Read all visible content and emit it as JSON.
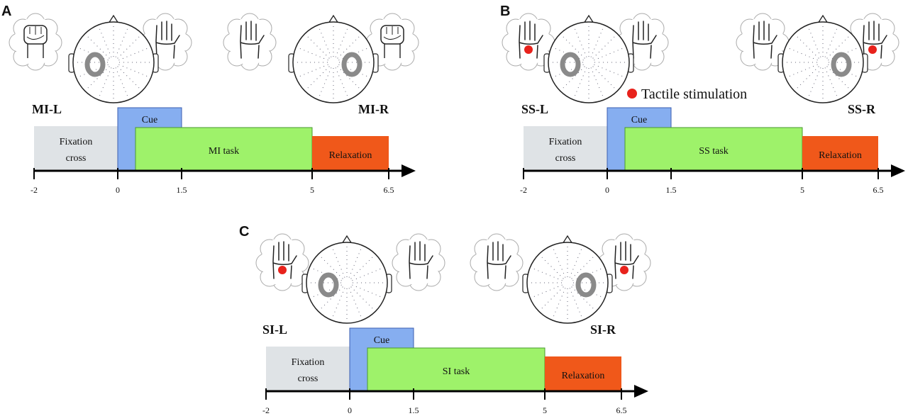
{
  "colors": {
    "fixation": "#dfe3e6",
    "cue": "#86aef0",
    "task": "#9ef26a",
    "relaxation": "#f0581a",
    "stim": "#e8221c",
    "axis": "#000000"
  },
  "ticks": [
    "-2",
    "0",
    "1.5",
    "5",
    "6.5"
  ],
  "panels": [
    {
      "letter": "A",
      "left_label": "MI-L",
      "right_label": "MI-R",
      "fixation_line1": "Fixation",
      "fixation_line2": "cross",
      "cue": "Cue",
      "task": "MI task",
      "relaxation": "Relaxation",
      "hands": [
        "fist",
        "open",
        "open",
        "fist"
      ],
      "stim": [
        false,
        false,
        false,
        false
      ]
    },
    {
      "letter": "B",
      "left_label": "SS-L",
      "right_label": "SS-R",
      "fixation_line1": "Fixation",
      "fixation_line2": "cross",
      "cue": "Cue",
      "task": "SS task",
      "relaxation": "Relaxation",
      "legend": "Tactile stimulation",
      "hands": [
        "open",
        "open",
        "open",
        "open"
      ],
      "stim": [
        true,
        false,
        false,
        true
      ]
    },
    {
      "letter": "C",
      "left_label": "SI-L",
      "right_label": "SI-R",
      "fixation_line1": "Fixation",
      "fixation_line2": "cross",
      "cue": "Cue",
      "task": "SI task",
      "relaxation": "Relaxation",
      "hands": [
        "open",
        "open",
        "open",
        "open"
      ],
      "stim": [
        true,
        false,
        false,
        true
      ]
    }
  ]
}
